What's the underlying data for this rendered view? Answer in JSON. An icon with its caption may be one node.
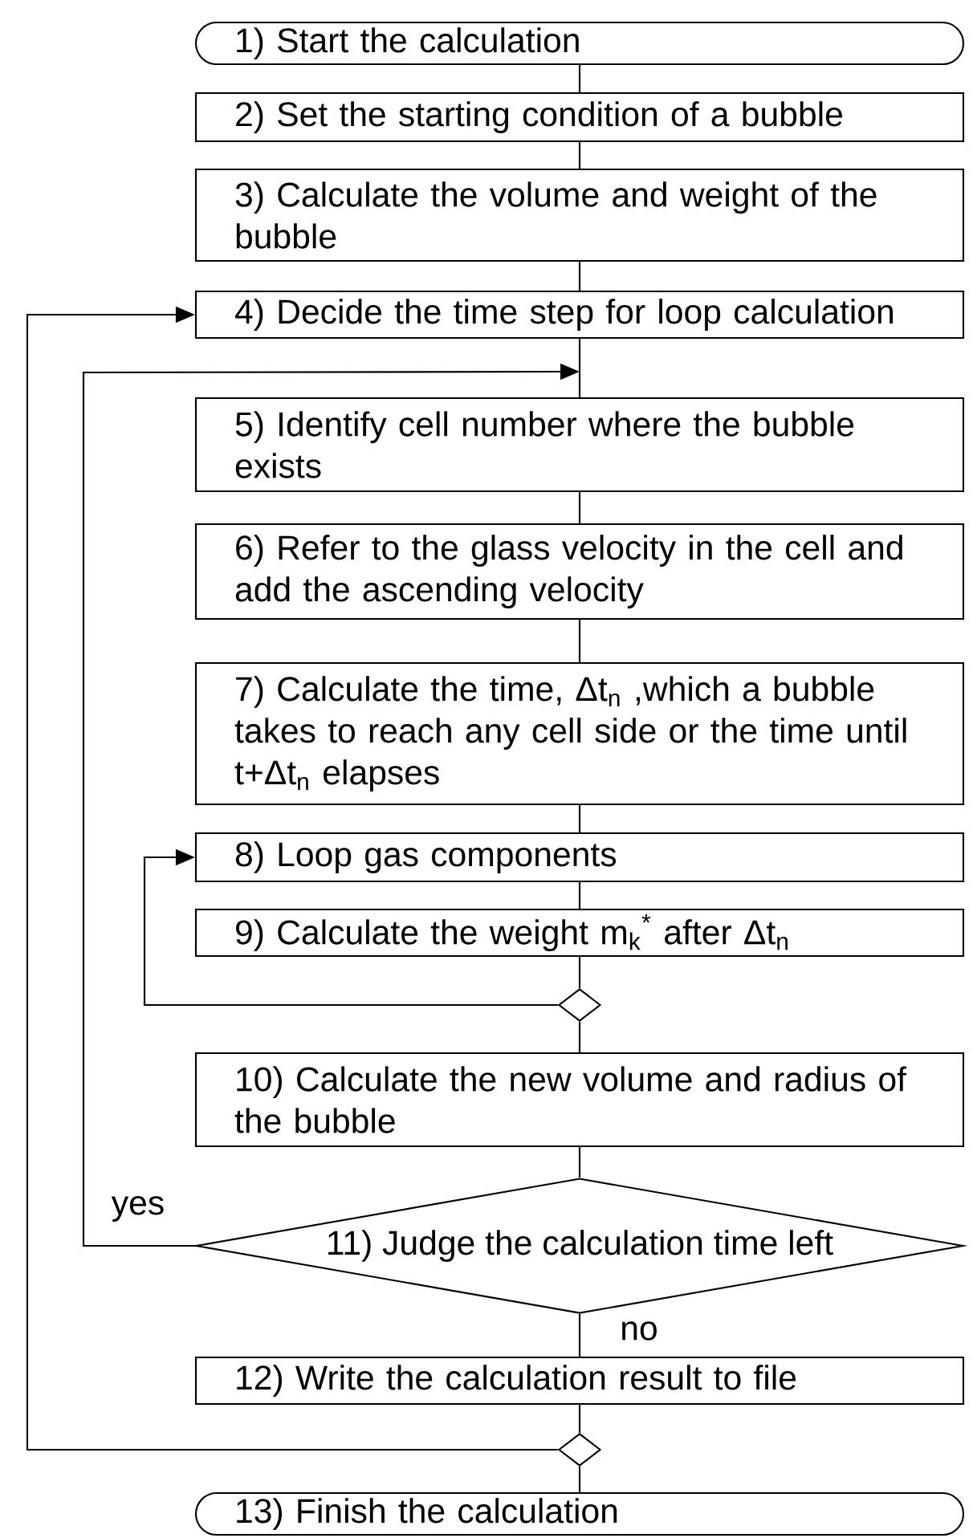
{
  "diagram": {
    "nodes": [
      {
        "text": [
          "1) Start the calculation"
        ]
      },
      {
        "text": [
          "2) Set the starting condition of a bubble"
        ]
      },
      {
        "text": [
          "3) Calculate the volume and weight of the bubble"
        ]
      },
      {
        "text": [
          "4) Decide the time step for loop calculation"
        ]
      },
      {
        "text": [
          "5) Identify cell number where the bubble exists"
        ]
      },
      {
        "text": [
          "6) Refer to the glass velocity in the cell and add the ascending velocity"
        ]
      },
      {
        "text": [
          "7) Calculate the time, Δt$_{n}$ ,which a bubble takes to reach any cell side or the time until t+Δt$_{n}$ elapses"
        ]
      },
      {
        "text": [
          "8) Loop gas components"
        ]
      },
      {
        "text": [
          "9) Calculate the weight m$_{k}$$^{*}$ after Δt$_{n}$"
        ]
      },
      {
        "text": [],
        "shape": "diamond"
      },
      {
        "text": [
          "10) Calculate the new volume and radius of the bubble"
        ]
      },
      {
        "text": [
          "11) Judge the calculation time left"
        ]
      },
      {
        "text": [
          "12) Write the calculation result to file"
        ]
      },
      {
        "text": [],
        "shape": "diamond"
      },
      {
        "text": [
          "13) Finish the calculation"
        ]
      }
    ],
    "edges": [
      {
        "from": 0,
        "to": 1,
        "arrow": "none"
      },
      {
        "from": 1,
        "to": 2,
        "arrow": "none"
      },
      {
        "from": 2,
        "to": 3,
        "arrow": "none"
      },
      {
        "from": 3,
        "to": 4,
        "arrow": "none"
      },
      {
        "from": 4,
        "to": 5,
        "arrow": "none"
      },
      {
        "from": 5,
        "to": 6,
        "arrow": "none"
      },
      {
        "from": 6,
        "to": 7,
        "arrow": "none"
      },
      {
        "from": 7,
        "to": 8,
        "arrow": "none"
      },
      {
        "from": 8,
        "to": 9,
        "arrow": "none"
      },
      {
        "from": 9,
        "to": 7,
        "arrow": "to"
      },
      {
        "from": 9,
        "to": 10,
        "arrow": "none"
      },
      {
        "from": 10,
        "to": 11,
        "arrow": "none"
      },
      {
        "from": 11,
        "to": 4,
        "arrow": "to",
        "label": "yes"
      },
      {
        "from": 11,
        "to": 12,
        "arrow": "none",
        "label": "no"
      },
      {
        "from": 12,
        "to": 13,
        "arrow": "none"
      },
      {
        "from": 13,
        "to": 3,
        "arrow": "to"
      },
      {
        "from": 13,
        "to": 14,
        "arrow": "none"
      }
    ]
  }
}
